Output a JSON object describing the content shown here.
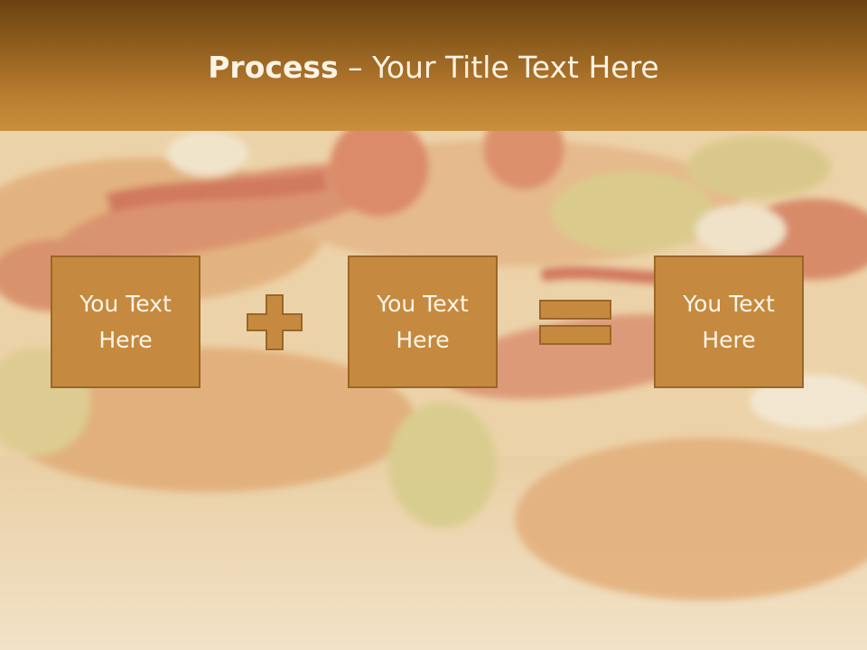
{
  "slide": {
    "title_bold": "Process",
    "title_rest": " – Your Title Text Here",
    "boxes": [
      {
        "text": "You Text Here"
      },
      {
        "text": "You Text Here"
      },
      {
        "text": "You Text Here"
      }
    ],
    "operators": [
      "plus-icon",
      "equals-icon"
    ],
    "colors": {
      "header_top": "#6b4212",
      "header_bottom": "#c98f3c",
      "box_fill": "#c58a3f",
      "box_border": "#9a6626",
      "text_light": "#fdf5e8"
    }
  }
}
